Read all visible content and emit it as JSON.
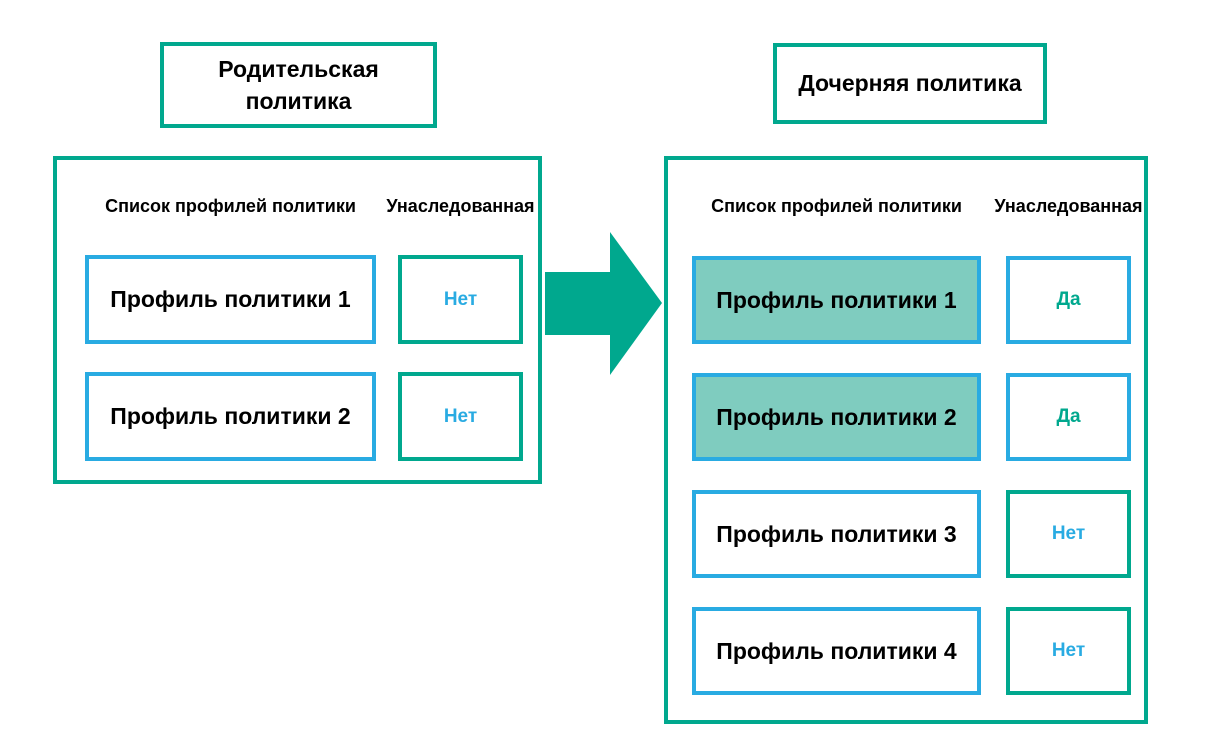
{
  "colors": {
    "teal": "#00a88e",
    "blue": "#29abe2",
    "highlight": "#7fccbf"
  },
  "parent_policy": {
    "title": "Родительская\nполитика",
    "columns": {
      "profiles": "Список профилей политики",
      "inherited": "Унаследованная"
    },
    "rows": [
      {
        "profile": "Профиль политики 1",
        "inherited": "Нет",
        "highlighted": false
      },
      {
        "profile": "Профиль политики 2",
        "inherited": "Нет",
        "highlighted": false
      }
    ]
  },
  "child_policy": {
    "title": "Дочерняя политика",
    "columns": {
      "profiles": "Список профилей политики",
      "inherited": "Унаследованная"
    },
    "rows": [
      {
        "profile": "Профиль политики 1",
        "inherited": "Да",
        "highlighted": true
      },
      {
        "profile": "Профиль политики 2",
        "inherited": "Да",
        "highlighted": true
      },
      {
        "profile": "Профиль политики 3",
        "inherited": "Нет",
        "highlighted": false
      },
      {
        "profile": "Профиль политики 4",
        "inherited": "Нет",
        "highlighted": false
      }
    ]
  },
  "icons": {
    "arrow": "right-arrow-icon"
  }
}
